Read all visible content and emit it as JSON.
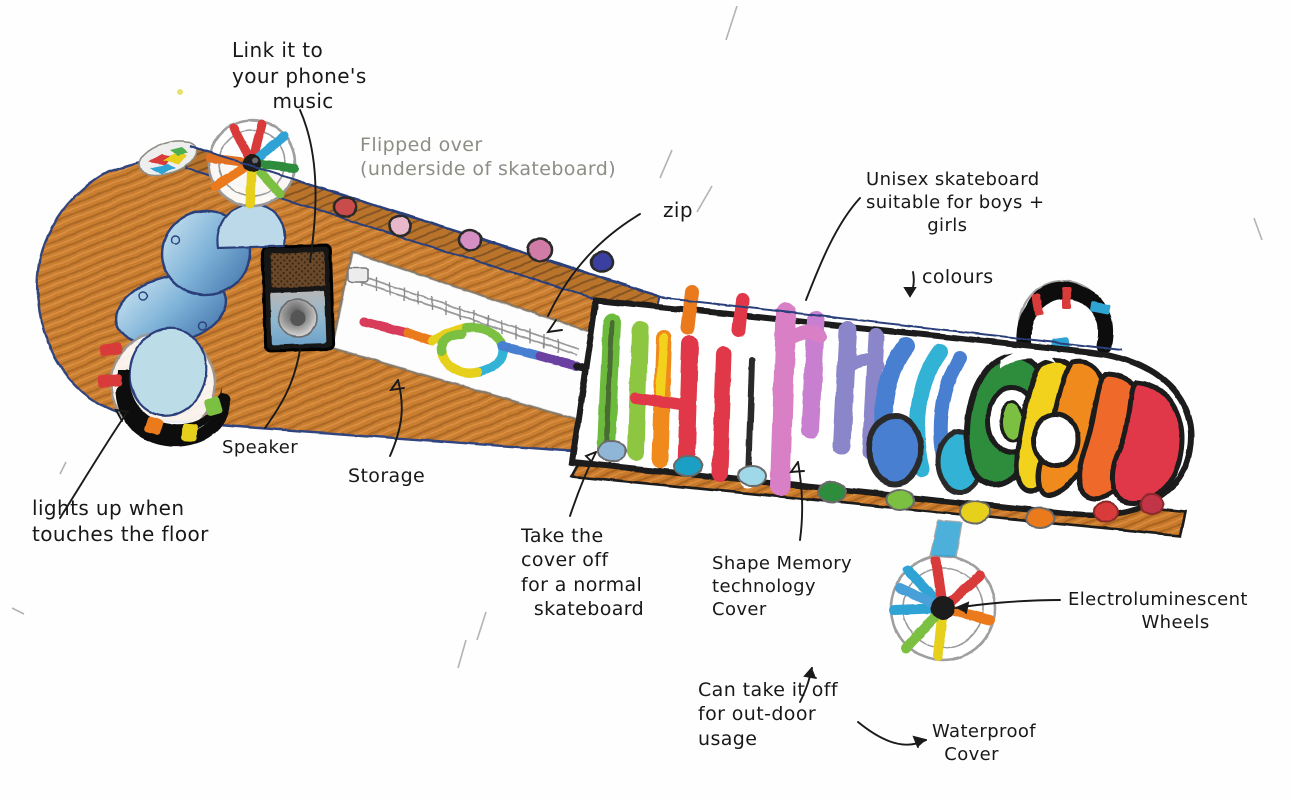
{
  "title": "Skateboard concept design sketch",
  "medium": "hand-drawn pencil and coloured-pencil annotated product sketch",
  "annotations": {
    "link_phone": "Link it to\nyour phone's\n      music",
    "flipped_over": "Flipped over\n(underside of skateboard)",
    "zip": "zip",
    "unisex": "Unisex skateboard\nsuitable for boys +\n          girls",
    "colours": "colours",
    "speaker": "Speaker",
    "storage": "Storage",
    "lights_up": "lights up when\ntouches the floor",
    "take_cover_off": "Take the\ncover off\nfor a normal\n  skateboard",
    "shape_memory": "Shape Memory\ntechnology\nCover",
    "electrolum": "Electroluminescent\n            Wheels",
    "outdoor": "Can take it off\nfor out-door\nusage",
    "waterproof": "Waterproof\n  Cover"
  },
  "palette": {
    "deck_wood": "#c8741f",
    "deck_wood_dark": "#8a5a2b",
    "paper": "#fefefe",
    "ink": "#1a1a1a",
    "pencil_grey": "#8d8d86",
    "rail_blue": "#2c3f7a",
    "graffiti_green": "#6cbb3c",
    "graffiti_orange": "#f08a1e",
    "graffiti_red": "#e0384a",
    "graffiti_pink": "#d97fc6",
    "graffiti_violet": "#8a86c9",
    "graffiti_blue": "#4a7fd0",
    "graffiti_cyan": "#32b2d4",
    "graffiti_yellow": "#f2d21b",
    "graffiti_lime": "#8dc63f",
    "wheel_grey": "#9a9a9a",
    "tyre_black": "#111111"
  },
  "deck_top_lights": [
    "#c94b4b",
    "#e8b7c9",
    "#d58fc2",
    "#d07ba6",
    "#3b3fa0"
  ],
  "deck_bottom_lights": [
    "#8fb6d6",
    "#1e9fc4",
    "#9fd8e8",
    "#2e8c3e",
    "#7bc043",
    "#e6d01c",
    "#ea7a1e",
    "#d93a3a",
    "#c2344a"
  ],
  "wheels": [
    {
      "name": "front-propeller-wheel",
      "spokes": [
        "#d93a3a",
        "#2fa3d4",
        "#2e8c3e",
        "#7bc043",
        "#e6d01c",
        "#ea7a1e",
        "#e07020",
        "#d93a3a"
      ]
    },
    {
      "name": "rear-bottom-wheel",
      "spokes": [
        "#2fa3d4",
        "#d93a3a",
        "#d93a3a",
        "#ea7a1e",
        "#e6d01c",
        "#7bc043",
        "#2fa3d4",
        "#4a9fd8"
      ]
    },
    {
      "name": "rear-top-wheel",
      "spokes": [
        "#d93a3a",
        "#d93a3a",
        "#2fa3d4",
        "#2fa3d4"
      ]
    },
    {
      "name": "front-left-tyre-wheel",
      "spokes": [
        "#d93a3a",
        "#d93a3a",
        "#ea7a1e",
        "#e6d01c",
        "#7bc043"
      ]
    }
  ],
  "chart_data": {
    "type": "diagram",
    "title": "Annotated skateboard concept",
    "callouts": [
      {
        "label": "Link it to your phone's music",
        "target": "speaker module"
      },
      {
        "label": "Flipped over (underside of skateboard)",
        "target": "whole board"
      },
      {
        "label": "zip",
        "target": "storage compartment zip"
      },
      {
        "label": "Unisex skateboard suitable for boys + girls",
        "target": "deck graphic"
      },
      {
        "label": "colours",
        "target": "deck graphic"
      },
      {
        "label": "Speaker",
        "target": "speaker module"
      },
      {
        "label": "Storage",
        "target": "storage compartment"
      },
      {
        "label": "lights up when touches the floor",
        "target": "front wheel"
      },
      {
        "label": "Take the cover off for a normal skateboard",
        "target": "deck cover"
      },
      {
        "label": "Shape Memory technology Cover",
        "target": "deck cover"
      },
      {
        "label": "Electroluminescent Wheels",
        "target": "rear wheel hub"
      },
      {
        "label": "Can take it off for out-door usage",
        "target": "cover"
      },
      {
        "label": "Waterproof Cover",
        "target": "cover"
      }
    ]
  }
}
